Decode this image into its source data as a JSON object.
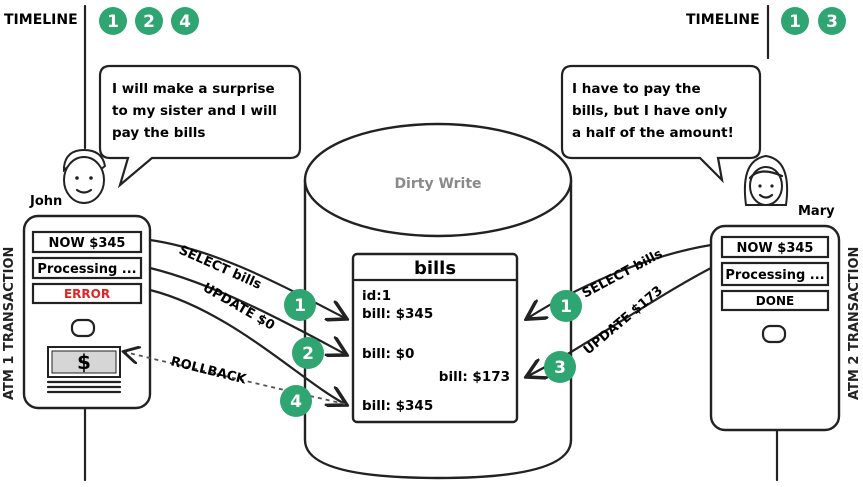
{
  "timeline_left": {
    "label": "TIMELINE",
    "steps": [
      "1",
      "2",
      "4"
    ]
  },
  "timeline_right": {
    "label": "TIMELINE",
    "steps": [
      "1",
      "3"
    ]
  },
  "john": {
    "name": "John",
    "speech": [
      "I will make a surprise",
      "to my sister and I will",
      "pay the bills"
    ],
    "atm_label": "ATM 1 TRANSACTION",
    "screen_lines": [
      "NOW $345",
      "Processing ...",
      "ERROR"
    ],
    "error_color": "#e02424",
    "money_symbol": "$"
  },
  "mary": {
    "name": "Mary",
    "speech": [
      "I have to pay the",
      "bills, but I have only",
      "a half of the amount!"
    ],
    "atm_label": "ATM 2 TRANSACTION",
    "screen_lines": [
      "NOW $345",
      "Processing ...",
      "DONE"
    ]
  },
  "database": {
    "title": "Dirty Write",
    "table_title": "bills",
    "rows": [
      "id:1",
      "bill: $345",
      "bill: $0",
      "bill: $173",
      "bill: $345"
    ]
  },
  "arrows": {
    "john_select": "SELECT bills",
    "john_update": "UPDATE $0",
    "john_rollback": "ROLLBACK",
    "mary_select": "SELECT bills",
    "mary_update": "UPDATE $173"
  },
  "steps": {
    "john_select": "1",
    "john_update": "2",
    "john_rollback": "4",
    "mary_select": "1",
    "mary_update": "3"
  },
  "colors": {
    "badge": "#2fa571",
    "ink": "#222222",
    "db_title": "#8a8a8a"
  }
}
